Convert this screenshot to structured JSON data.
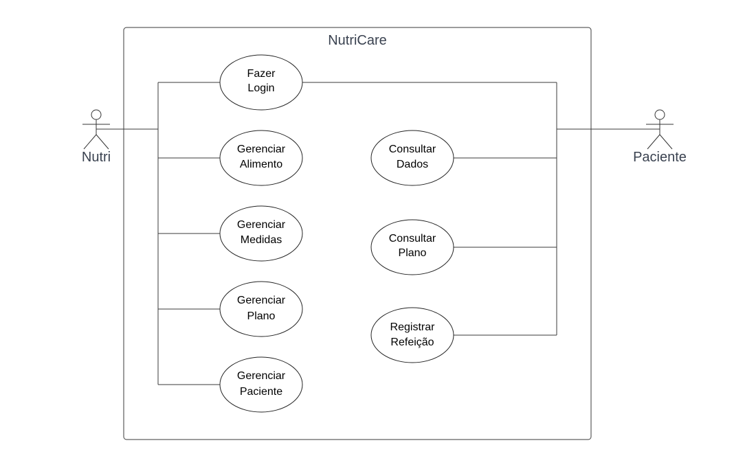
{
  "system": {
    "title": "NutriCare"
  },
  "actors": {
    "nutri": "Nutri",
    "paciente": "Paciente"
  },
  "use_cases": {
    "login": [
      "Fazer",
      "Login"
    ],
    "alimento": [
      "Gerenciar",
      "Alimento"
    ],
    "medidas": [
      "Gerenciar",
      "Medidas"
    ],
    "plano_gerenciar": [
      "Gerenciar",
      "Plano"
    ],
    "paciente": [
      "Gerenciar",
      "Paciente"
    ],
    "dados": [
      "Consultar",
      "Dados"
    ],
    "plano_consultar": [
      "Consultar",
      "Plano"
    ],
    "refeicao": [
      "Registrar",
      "Refeição"
    ]
  }
}
